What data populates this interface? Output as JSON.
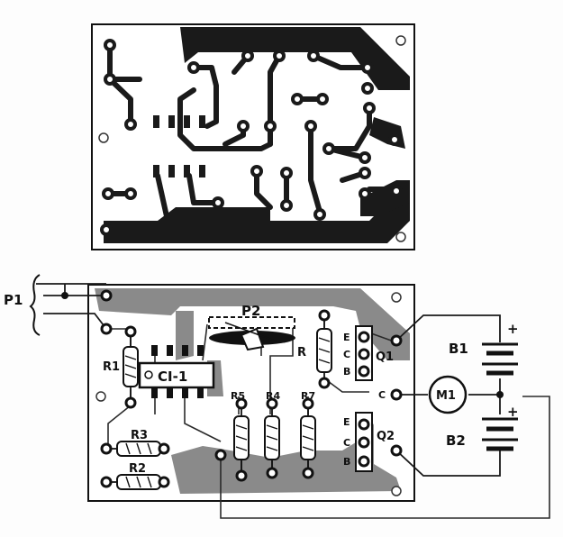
{
  "pcb_top": {
    "description_pins": "copper-side layout"
  },
  "assembly": {
    "input": {
      "label": "P1"
    },
    "potentiometer": {
      "label": "P2"
    },
    "ic": {
      "label": "CI-1"
    },
    "resistors": {
      "r1": "R1",
      "r2": "R2",
      "r3": "R3",
      "r4": "R4",
      "r5": "R5",
      "r6": "R",
      "r7": "R7"
    },
    "transistors": [
      {
        "name": "Q1",
        "pins": [
          "E",
          "C",
          "B"
        ]
      },
      {
        "name": "Q2",
        "pins": [
          "E",
          "C",
          "B"
        ]
      }
    ],
    "c_label": "C",
    "motor": {
      "label": "M1"
    },
    "batteries": [
      {
        "label": "B1",
        "polarity": "+"
      },
      {
        "label": "B2",
        "polarity": "+"
      }
    ]
  }
}
